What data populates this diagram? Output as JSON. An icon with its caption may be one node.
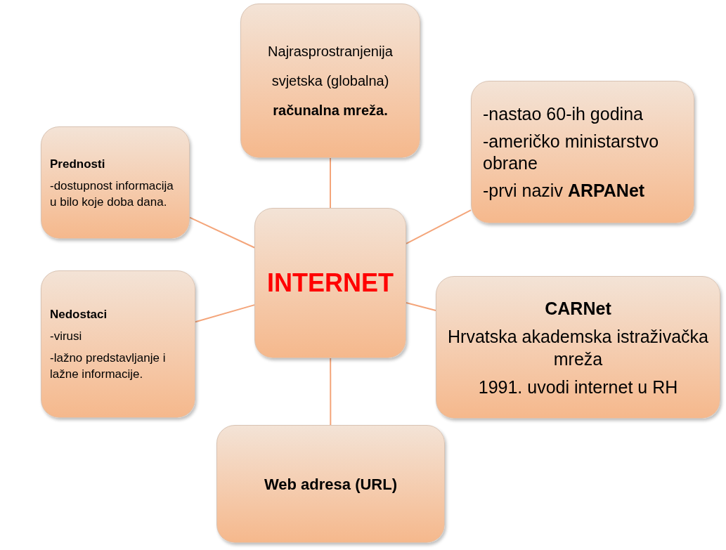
{
  "diagram": {
    "nodes": [
      {
        "text": [
          "INTERNET"
        ]
      },
      {
        "text": [
          "Najrasprostranjenija svjetska (globalna) **računalna mreža.**"
        ]
      },
      {
        "text": [
          "-nastao 60-ih godina",
          "-američko ministarstvo obrane",
          "-prvi naziv **ARPANet**"
        ]
      },
      {
        "text": [
          "CARNet",
          "Hrvatska akademska istraživačka mreža",
          "1991. uvodi internet u RH"
        ]
      },
      {
        "text": [
          "Web adresa (URL)"
        ]
      },
      {
        "text": [
          "Prednosti",
          "-dostupnost informacija u bilo koje doba dana."
        ]
      },
      {
        "text": [
          "Nedostaci",
          "-virusi",
          "-lažno predstavljanje i lažne informacije."
        ]
      }
    ],
    "edges": [
      {
        "from": 0,
        "to": 1,
        "arrow": "none"
      },
      {
        "from": 0,
        "to": 2,
        "arrow": "none"
      },
      {
        "from": 0,
        "to": 3,
        "arrow": "none"
      },
      {
        "from": 0,
        "to": 4,
        "arrow": "none"
      },
      {
        "from": 0,
        "to": 5,
        "arrow": "none"
      },
      {
        "from": 0,
        "to": 6,
        "arrow": "none"
      }
    ]
  }
}
